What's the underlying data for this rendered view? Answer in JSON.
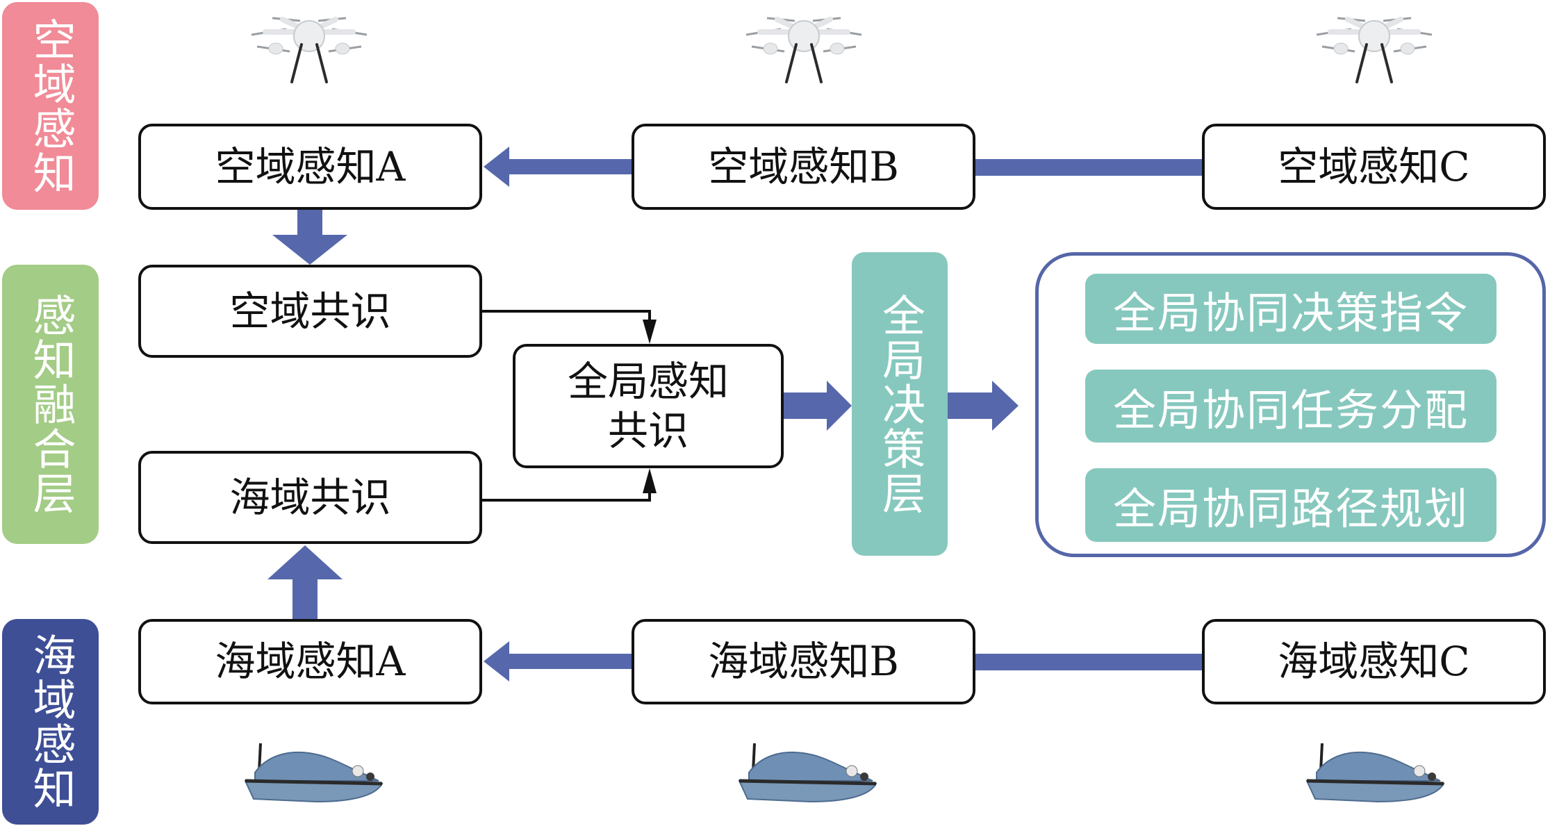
{
  "colors": {
    "air_label": "#f08b97",
    "fusion_label": "#a3cc86",
    "sea_label": "#3e4f96",
    "teal": "#86c8be",
    "arrow_blue": "#5668ab",
    "panel_border": "#5566a8",
    "box_border": "#111111"
  },
  "side_labels": {
    "air": "空域感知",
    "fusion": "感知融合层",
    "sea": "海域感知"
  },
  "air_row": {
    "icon": "drone-icon",
    "nodes": [
      "空域感知A",
      "空域感知B",
      "空域感知C"
    ]
  },
  "fusion": {
    "air_consensus": "空域共识",
    "sea_consensus": "海域共识",
    "global_consensus_line1": "全局感知",
    "global_consensus_line2": "共识"
  },
  "decision_layer": "全局决策层",
  "decision_outputs": [
    "全局协同决策指令",
    "全局协同任务分配",
    "全局协同路径规划"
  ],
  "sea_row": {
    "icon": "boat-icon",
    "nodes": [
      "海域感知A",
      "海域感知B",
      "海域感知C"
    ]
  }
}
